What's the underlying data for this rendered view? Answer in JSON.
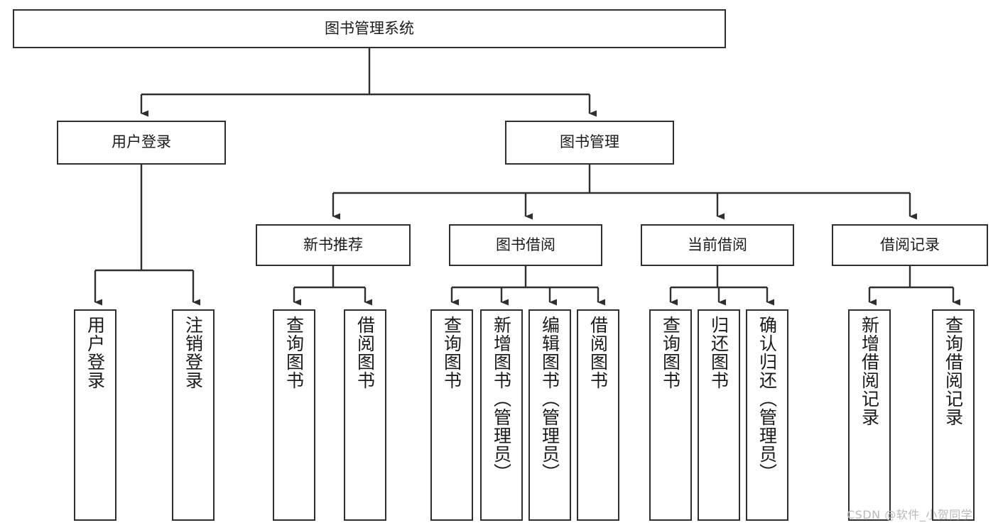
{
  "diagram": {
    "type": "tree-hierarchy",
    "title": "图书管理系统",
    "root": {
      "label": "图书管理系统"
    },
    "level2": [
      {
        "label": "用户登录"
      },
      {
        "label": "图书管理"
      }
    ],
    "level3": [
      {
        "label": "新书推荐"
      },
      {
        "label": "图书借阅"
      },
      {
        "label": "当前借阅"
      },
      {
        "label": "借阅记录"
      }
    ],
    "leaves": {
      "user_login": [
        {
          "label": "用户登录"
        },
        {
          "label": "注销登录"
        }
      ],
      "new_book_recommend": [
        {
          "label": "查询图书"
        },
        {
          "label": "借阅图书"
        }
      ],
      "book_borrow": [
        {
          "label": "查询图书"
        },
        {
          "label": "新增图书（管理员）"
        },
        {
          "label": "编辑图书（管理员）"
        },
        {
          "label": "借阅图书"
        }
      ],
      "current_borrow": [
        {
          "label": "查询图书"
        },
        {
          "label": "归还图书"
        },
        {
          "label": "确认归还（管理员）"
        }
      ],
      "borrow_record": [
        {
          "label": "新增借阅记录"
        },
        {
          "label": "查询借阅记录"
        }
      ]
    }
  },
  "watermark": {
    "text": "CSDN @软件_小贺同学"
  },
  "colors": {
    "border": "#2f2f2f",
    "background": "#ffffff",
    "text": "#1b1b1b",
    "watermark": "#b9b9b9"
  }
}
